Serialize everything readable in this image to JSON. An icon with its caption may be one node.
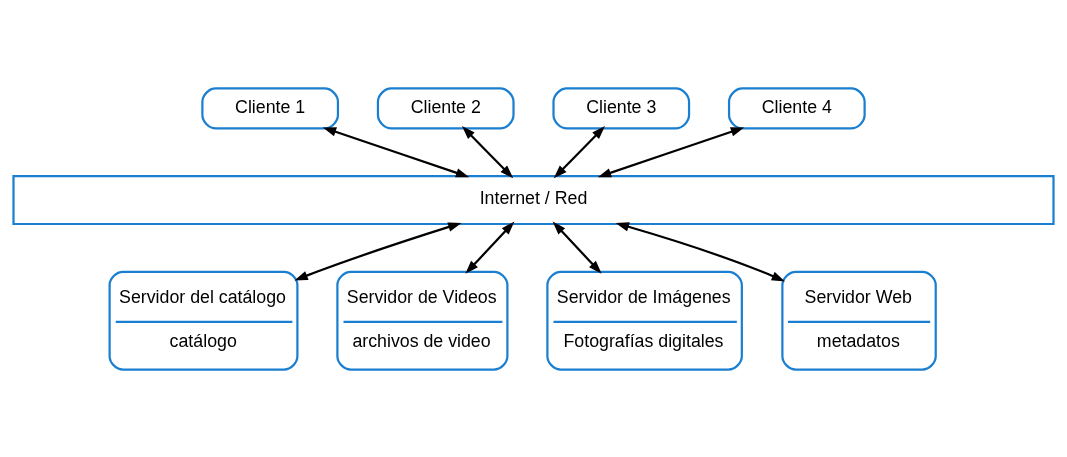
{
  "diagram": {
    "nodes": [
      {
        "text": [
          "Cliente 1"
        ]
      },
      {
        "text": [
          "Cliente 2"
        ]
      },
      {
        "text": [
          "Cliente 3"
        ]
      },
      {
        "text": [
          "Cliente 4"
        ]
      },
      {
        "text": [
          "Internet / Red"
        ]
      },
      {
        "text": [
          "Servidor del catálogo",
          "catálogo"
        ]
      },
      {
        "text": [
          "Servidor de Videos",
          "archivos de video"
        ]
      },
      {
        "text": [
          "Servidor de Imágenes",
          "Fotografías digitales"
        ]
      },
      {
        "text": [
          "Servidor Web",
          "metadatos"
        ]
      }
    ],
    "edges": [
      {
        "from": 0,
        "to": 4,
        "arrow": "both"
      },
      {
        "from": 1,
        "to": 4,
        "arrow": "both"
      },
      {
        "from": 2,
        "to": 4,
        "arrow": "both"
      },
      {
        "from": 3,
        "to": 4,
        "arrow": "both"
      },
      {
        "from": 4,
        "to": 5,
        "arrow": "both"
      },
      {
        "from": 4,
        "to": 6,
        "arrow": "both"
      },
      {
        "from": 4,
        "to": 7,
        "arrow": "both"
      },
      {
        "from": 4,
        "to": 8,
        "arrow": "both"
      }
    ]
  }
}
